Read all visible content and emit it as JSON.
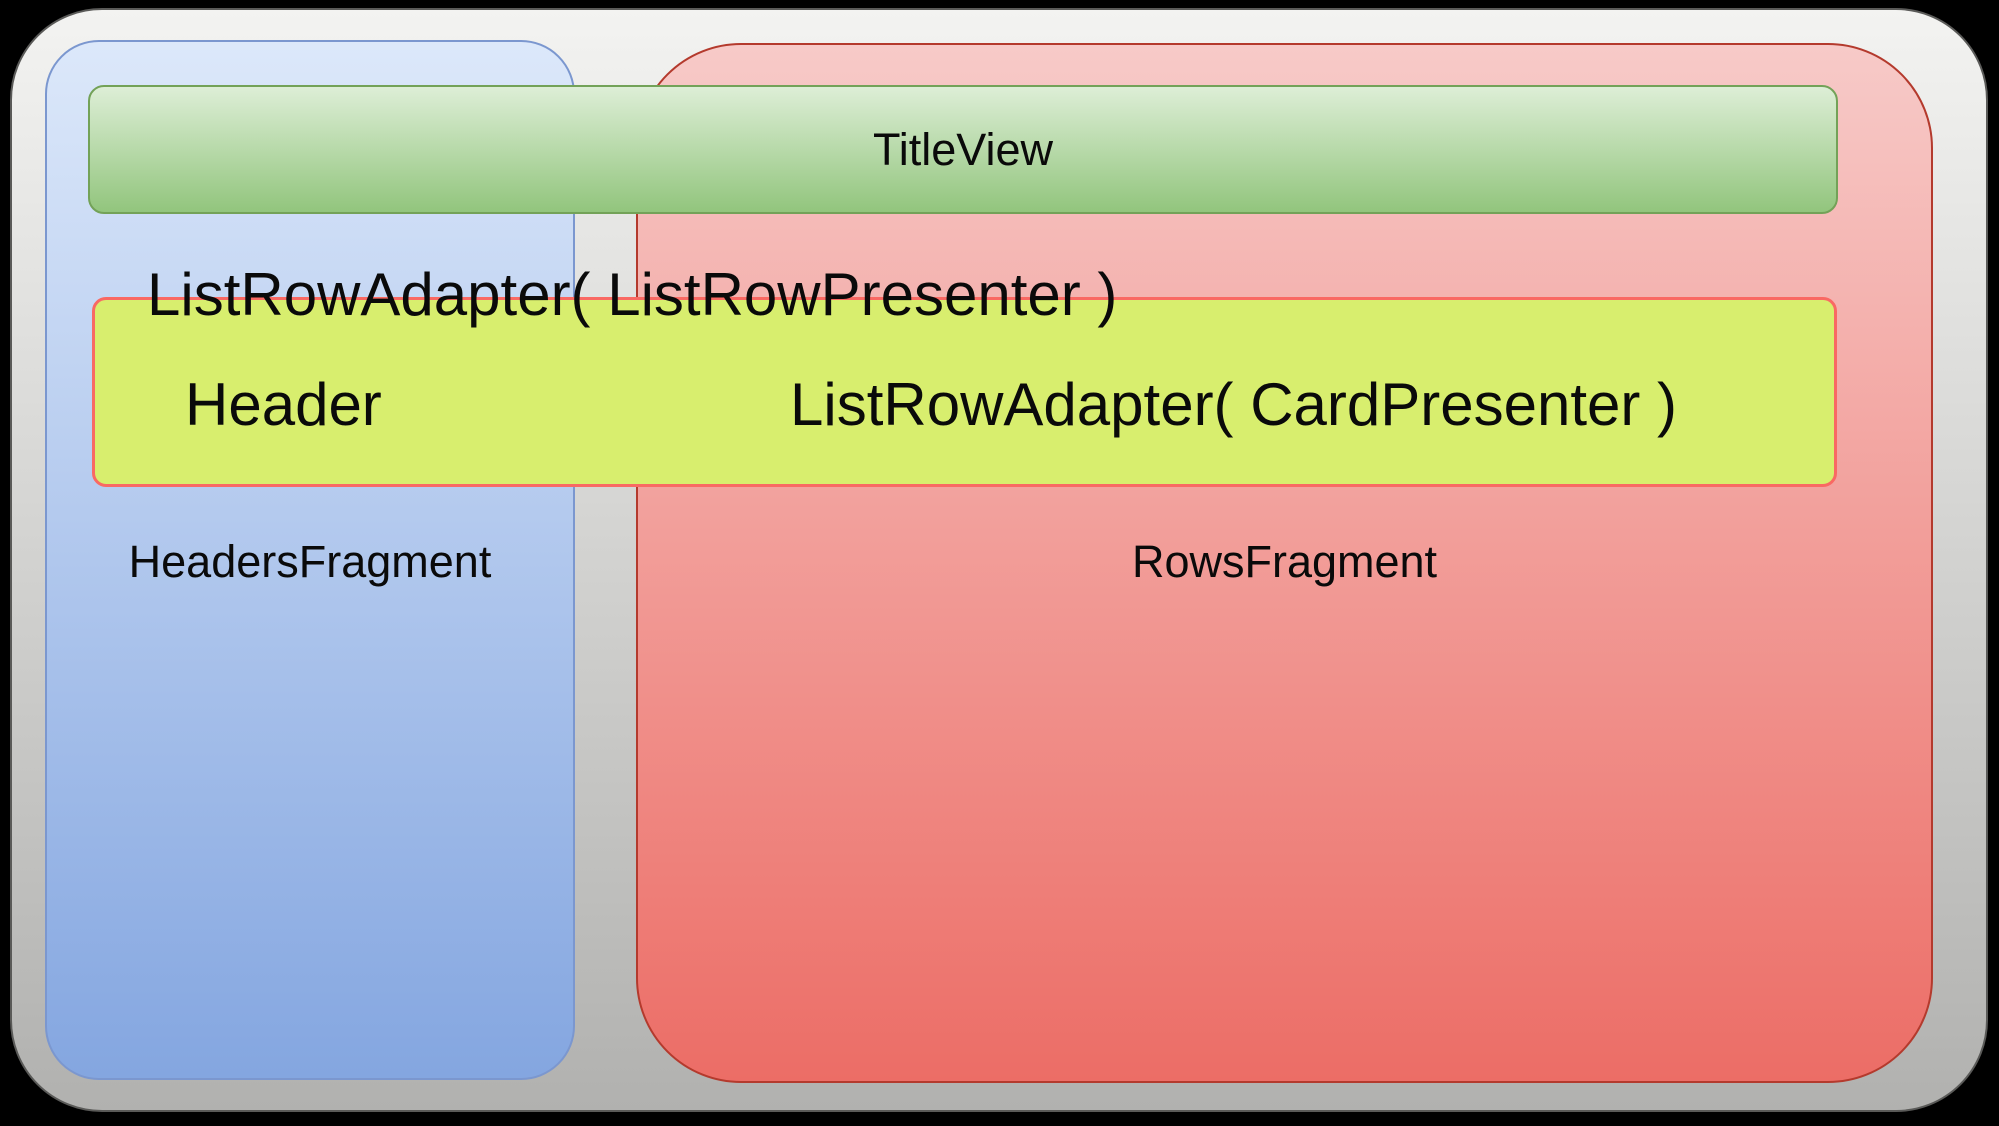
{
  "diagram": {
    "title_bar": {
      "label": "TitleView"
    },
    "adapter_caption": "ListRowAdapter( ListRowPresenter )",
    "row_bar": {
      "header_label": "Header",
      "card_adapter_label": "ListRowAdapter( CardPresenter )"
    },
    "headers_panel": {
      "label": "HeadersFragment"
    },
    "rows_panel": {
      "label": "RowsFragment"
    }
  },
  "colors": {
    "canvas_bg": "#000000",
    "text": "#0a0a0a",
    "frame_top": "#f3f3f1",
    "frame_bottom": "#b1b1af",
    "frame_border": "#5a5a58",
    "blue_top": "#dce8fa",
    "blue_bottom": "#84a6e0",
    "blue_border": "#7b97cf",
    "red_top": "#f7cac8",
    "red_bottom": "#ec6d66",
    "red_border": "#b43a2d",
    "green_top": "#ddeed6",
    "green_bottom": "#92c57d",
    "green_border": "#73a258",
    "yellow_fill": "#d8ee6e",
    "yellow_border": "#f96963"
  }
}
